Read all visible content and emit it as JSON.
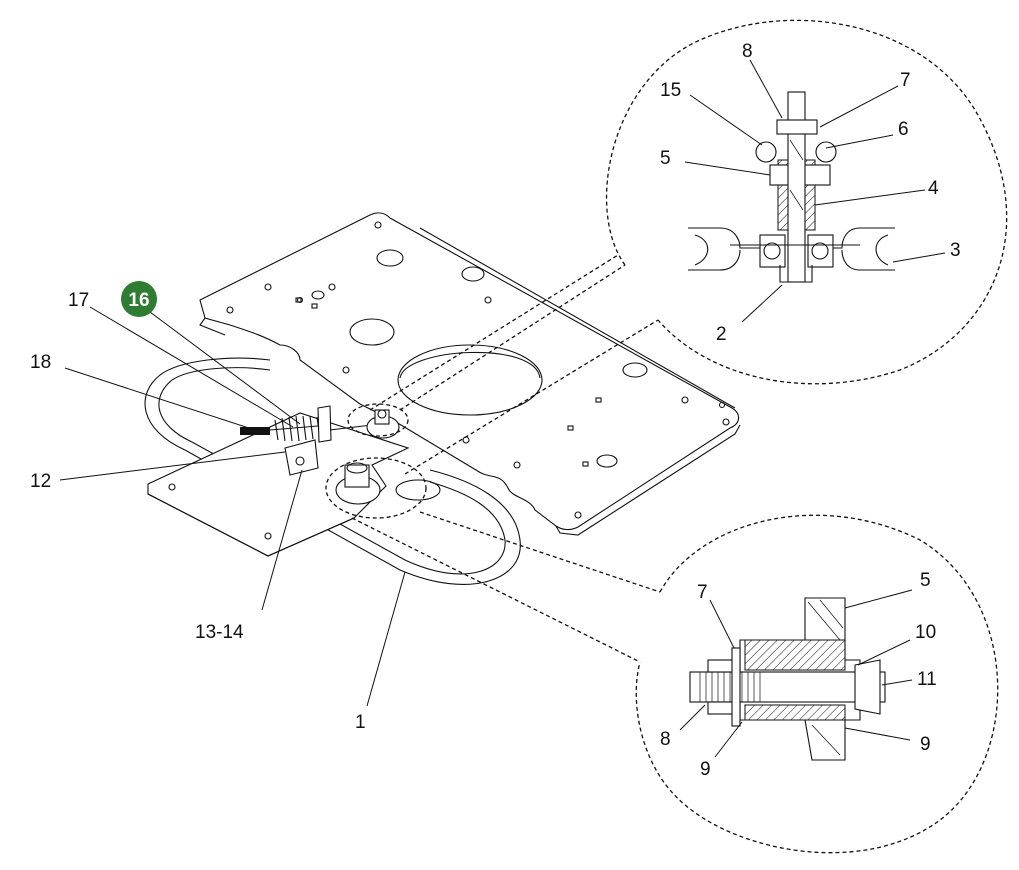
{
  "diagram": {
    "highlight_color": "#2e7d32",
    "highlighted_callout": "16",
    "main_callouts": {
      "c17": "17",
      "c16": "16",
      "c18": "18",
      "c12": "12",
      "c1314": "13-14",
      "c1": "1"
    },
    "detail_upper_callouts": {
      "c8": "8",
      "c7": "7",
      "c15": "15",
      "c6": "6",
      "c5": "5",
      "c4": "4",
      "c3": "3",
      "c2": "2"
    },
    "detail_lower_callouts": {
      "c7": "7",
      "c5": "5",
      "c10": "10",
      "c11": "11",
      "c8": "8",
      "c9a": "9",
      "c9b": "9"
    }
  }
}
